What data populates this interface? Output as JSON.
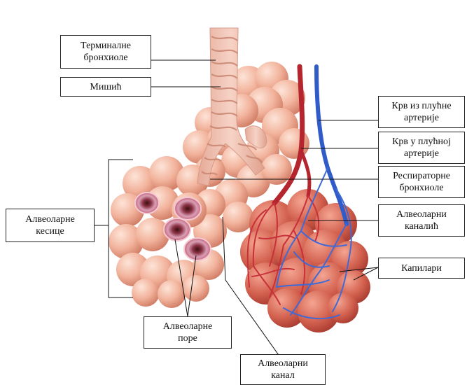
{
  "labels": {
    "terminal_bronchioles": "Терминалне\nбронхиоле",
    "muscle": "Мишић",
    "blood_from_pulmonary_artery": "Крв из плућне\nартерије",
    "blood_in_pulmonary_artery": "Крв у плућној\nартерије",
    "respiratory_bronchioles": "Респираторне\nбронхиоле",
    "alveolar_ductules": "Алвеоларни\nканалић",
    "capillaries": "Капилари",
    "alveolar_sacs": "Алвеоларне\nкесице",
    "alveolar_pores": "Алвеоларне\nпоре",
    "alveolar_duct": "Алвеоларни\nканал"
  },
  "colors": {
    "alveoli": "#f2b9a2",
    "alveoli_shadow": "#d98a72",
    "trachea": "#efbfae",
    "artery": "#c8313a",
    "vein": "#2f5cc8",
    "capillary_mass": "#d96e5e"
  }
}
